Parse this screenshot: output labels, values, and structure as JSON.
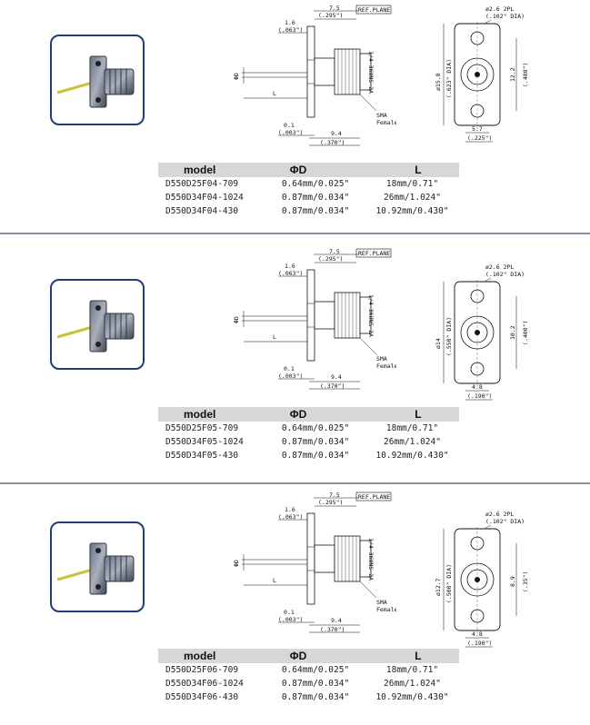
{
  "colors": {
    "frame": "#1f3d78",
    "divider": "#8a8fa0",
    "table_header": "#d7d7d7",
    "pin": "#c8c23a"
  },
  "sections": [
    {
      "rows": [
        {
          "model": "D550D25F04-709",
          "d": "0.64mm/0.025\"",
          "l": "18mm/0.71\""
        },
        {
          "model": "D550D34F04-1024",
          "d": "0.87mm/0.034\"",
          "l": "26mm/1.024\""
        },
        {
          "model": "D550D34F04-430",
          "d": "0.87mm/0.034\"",
          "l": "10.92mm/0.430\""
        }
      ],
      "side": {
        "ref": "REF.PLANE",
        "d75": "7.5",
        "d75i": "(.295\")",
        "d16": "1.6",
        "d16i": "(.063\")",
        "phi": "ΦD",
        "L": "L",
        "d01": "0.1",
        "d01i": "(.003\")",
        "d94": "9.4",
        "d94i": "(.370\")",
        "thread": "1/4-36UNS-2A",
        "sma1": "SMA",
        "sma2": "Female"
      },
      "front": {
        "hole": "ø2.6 2PL",
        "holei": "(.102\" DIA)",
        "outer": "ø15.8",
        "outeri": "(.623\" DIA)",
        "h": "12.2",
        "hi": "(.480\")",
        "w": "5.7",
        "wi": "(.225\")"
      }
    },
    {
      "rows": [
        {
          "model": "D550D25F05-709",
          "d": "0.64mm/0.025\"",
          "l": "18mm/0.71\""
        },
        {
          "model": "D550D34F05-1024",
          "d": "0.87mm/0.034\"",
          "l": "26mm/1.024\""
        },
        {
          "model": "D550D34F05-430",
          "d": "0.87mm/0.034\"",
          "l": "10.92mm/0.430\""
        }
      ],
      "side": {
        "ref": "REF.PLANE",
        "d75": "7.5",
        "d75i": "(.295\")",
        "d16": "1.6",
        "d16i": "(.063\")",
        "phi": "ΦD",
        "L": "L",
        "d01": "0.1",
        "d01i": "(.003\")",
        "d94": "9.4",
        "d94i": "(.370\")",
        "thread": "1/4-36UNS-2A",
        "sma1": "SMA",
        "sma2": "Female"
      },
      "front": {
        "hole": "ø2.6 2PL",
        "holei": "(.102\" DIA)",
        "outer": "ø14",
        "outeri": "(.550\" DIA)",
        "h": "10.2",
        "hi": "(.400\")",
        "w": "4.8",
        "wi": "(.190\")"
      }
    },
    {
      "rows": [
        {
          "model": "D550D25F06-709",
          "d": "0.64mm/0.025\"",
          "l": "18mm/0.71\""
        },
        {
          "model": "D550D34F06-1024",
          "d": "0.87mm/0.034\"",
          "l": "26mm/1.024\""
        },
        {
          "model": "D550D34F06-430",
          "d": "0.87mm/0.034\"",
          "l": "10.92mm/0.430\""
        }
      ],
      "side": {
        "ref": "REF.PLANE",
        "d75": "7.5",
        "d75i": "(.295\")",
        "d16": "1.6",
        "d16i": "(.063\")",
        "phi": "ΦD",
        "L": "L",
        "d01": "0.1",
        "d01i": "(.003\")",
        "d94": "9.4",
        "d94i": "(.370\")",
        "thread": "1/4-36UNS-2A",
        "sma1": "SMA",
        "sma2": "Female"
      },
      "front": {
        "hole": "ø2.6 2PL",
        "holei": "(.102\" DIA)",
        "outer": "ø12.7",
        "outeri": "(.500\" DIA)",
        "h": "8.9",
        "hi": "(.35\")",
        "w": "4.8",
        "wi": "(.190\")"
      }
    }
  ],
  "headers": {
    "model": "model",
    "d": "ΦD",
    "l": "L"
  }
}
